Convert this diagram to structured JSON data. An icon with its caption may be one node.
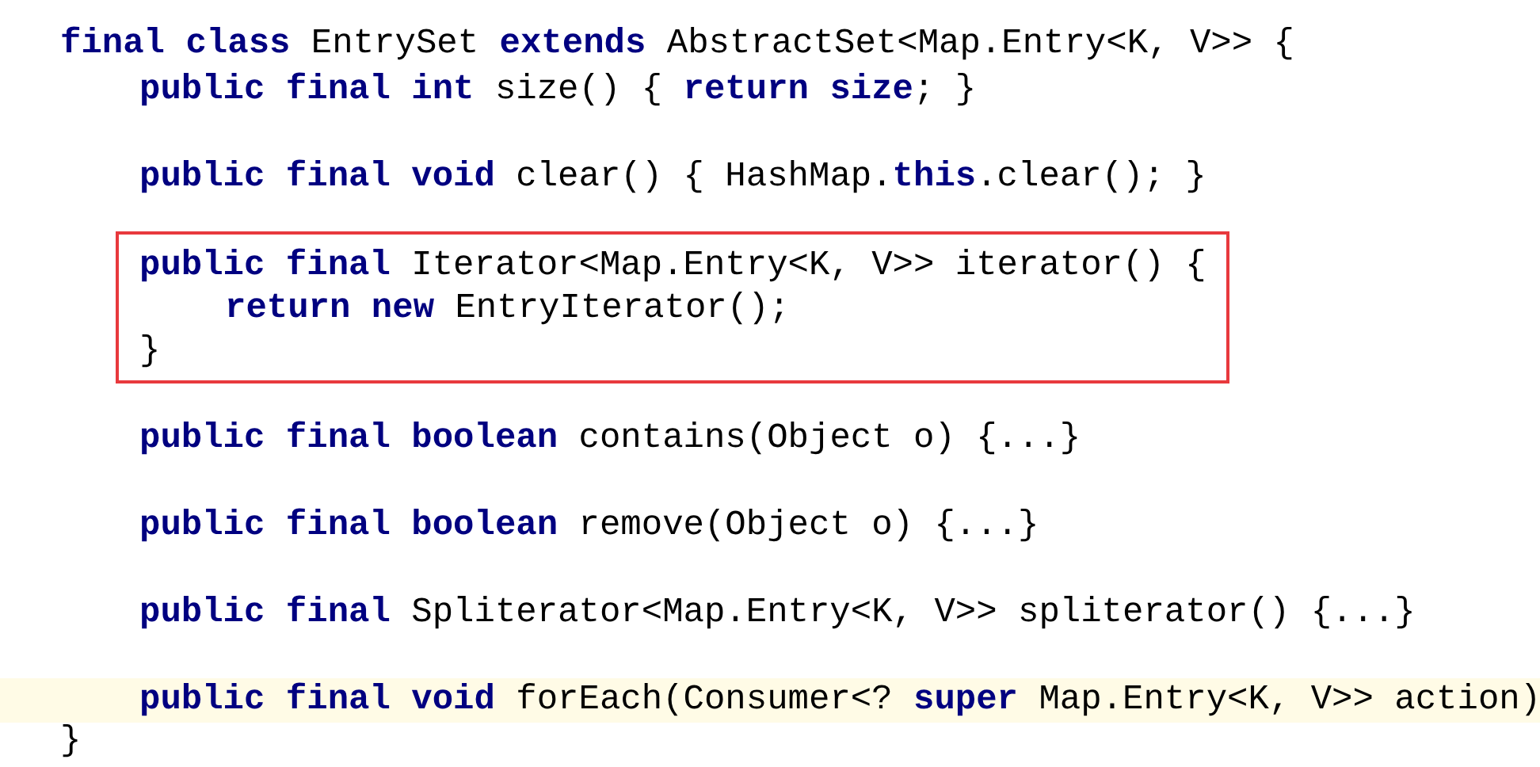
{
  "diagram": {
    "nodes": [
      {
        "text": [
          "**public** **final** Iterator<Map.Entry<K, V>> iterator() {",
          "**return** **new** EntryIterator();",
          "}"
        ]
      }
    ],
    "labels": [
      "**final** **class** EntrySet **extends** AbstractSet<Map.Entry<K, V>> {",
      "**public** **final** **int** size() { **return** **size**; }",
      "**public** **final** **void** clear() { HashMap.**this**.clear(); }",
      "**public** **final** **boolean** contains(Object o) {...}",
      "**public** **final** **boolean** remove(Object o) {...}",
      "**public** **final** Spliterator<Map.Entry<K, V>> spliterator() {...}",
      "**public** **final** **void** forEach(Consumer<? **super** Map.Entry<K, V>> action)",
      "}"
    ]
  }
}
